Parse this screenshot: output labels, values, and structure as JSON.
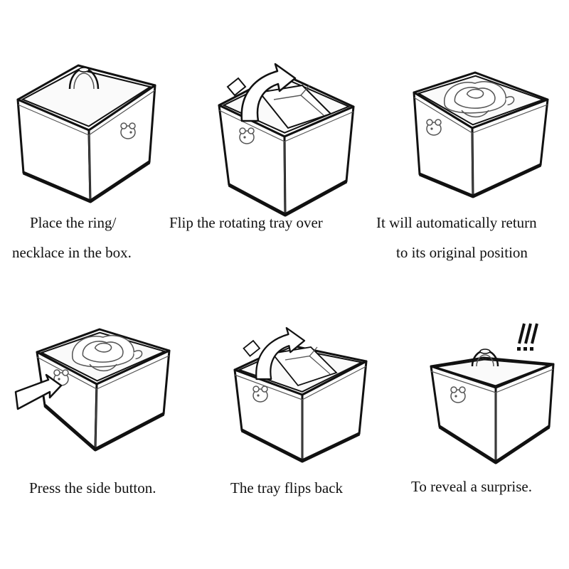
{
  "title": "Box usage instructions",
  "colors": {
    "background": "#ffffff",
    "ink": "#111111",
    "box_fill": "#ffffff",
    "inner_line": "#555555"
  },
  "steps": [
    {
      "index": 1,
      "illustration": "box-with-ring",
      "state": "tray-up-ring",
      "button_icon": "frog-button-right",
      "caption_lines": [
        "Place the ring/",
        "necklace in the box."
      ]
    },
    {
      "index": 2,
      "illustration": "box-flipping-tray",
      "state": "tray-flipping",
      "button_icon": "frog-button-left",
      "caption_lines": [
        "Flip the rotating tray over"
      ]
    },
    {
      "index": 3,
      "illustration": "box-with-rose",
      "state": "rose-up",
      "button_icon": "frog-button-left",
      "caption_lines": [
        "It will automatically return",
        "to its original position"
      ]
    },
    {
      "index": 4,
      "illustration": "box-press-button",
      "state": "rose-up-press",
      "button_icon": "frog-button-left",
      "caption_lines": [
        "Press the side button."
      ]
    },
    {
      "index": 5,
      "illustration": "box-tray-flips-back",
      "state": "tray-flipping",
      "button_icon": "frog-button-left",
      "caption_lines": [
        "The tray flips back"
      ]
    },
    {
      "index": 6,
      "illustration": "box-reveal-surprise",
      "state": "ring-reveal",
      "button_icon": "frog-button-left",
      "exclamation": "!!!",
      "caption_lines": [
        "To reveal a surprise."
      ]
    }
  ]
}
